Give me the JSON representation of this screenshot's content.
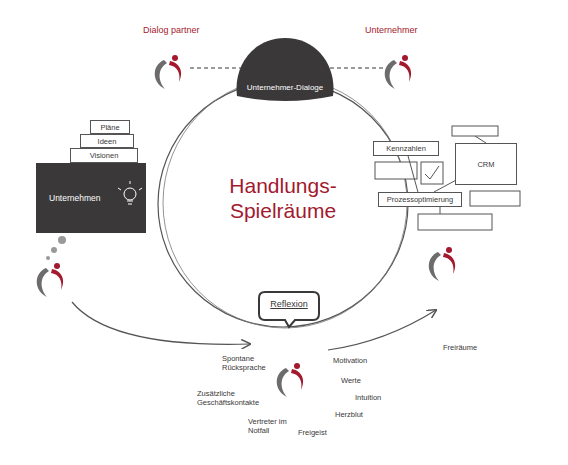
{
  "diagram": {
    "nodes": [
      {
        "text": [
          "Unternehmer-Dialoge"
        ]
      },
      {
        "text": [
          "Handlungs-Spielräume"
        ]
      },
      {
        "text": [
          "Pläne"
        ]
      },
      {
        "text": [
          "Ideen"
        ]
      },
      {
        "text": [
          "Visionen"
        ]
      },
      {
        "text": [
          "Unternehmen"
        ]
      },
      {
        "text": [
          "Kennzahlen"
        ]
      },
      {
        "text": [
          "CRM"
        ]
      },
      {
        "text": [
          "Prozessoptimierung"
        ]
      },
      {
        "text": [
          "Reflexion"
        ]
      }
    ],
    "edges": [
      {
        "from": 6,
        "to": 8,
        "arrow": "none"
      },
      {
        "from": 7,
        "to": 8,
        "arrow": "none"
      }
    ],
    "labels": [
      "Dialog partner",
      "Unternehmer",
      "Spontane Rücksprache",
      "Zusätzliche Geschäftskontakte",
      "Vertreter im Notfall",
      "Freigeist",
      "Motivation",
      "Werte",
      "Intuition",
      "Herzblut",
      "Freiräume"
    ]
  }
}
